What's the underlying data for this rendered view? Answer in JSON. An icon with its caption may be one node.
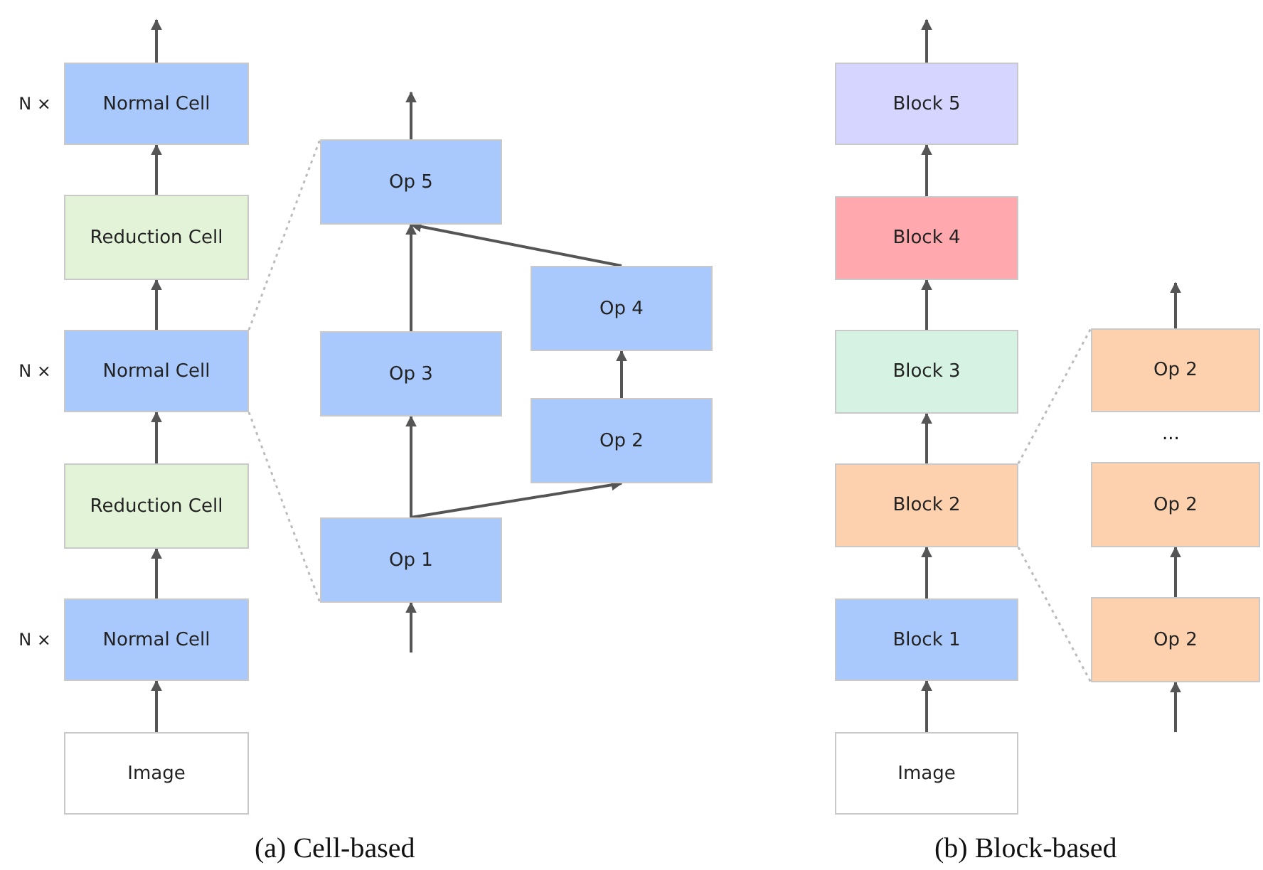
{
  "diagram": {
    "nodes": [
      {
        "text": [
          "Normal Cell"
        ],
        "beside": [
          "N ×"
        ]
      },
      {
        "text": [
          "Reduction Cell"
        ]
      },
      {
        "text": [
          "Normal Cell"
        ],
        "beside": [
          "N ×"
        ]
      },
      {
        "text": [
          "Reduction Cell"
        ]
      },
      {
        "text": [
          "Normal Cell"
        ],
        "beside": [
          "N ×"
        ]
      },
      {
        "text": [
          "Image"
        ]
      },
      {
        "text": [
          "Op 5"
        ]
      },
      {
        "text": [
          "Op 3"
        ]
      },
      {
        "text": [
          "Op 4"
        ]
      },
      {
        "text": [
          "Op 2"
        ]
      },
      {
        "text": [
          "Op 1"
        ]
      },
      {
        "text": [
          "Block 5"
        ]
      },
      {
        "text": [
          "Block 4"
        ]
      },
      {
        "text": [
          "Block 3"
        ]
      },
      {
        "text": [
          "Block 2"
        ]
      },
      {
        "text": [
          "Block 1"
        ]
      },
      {
        "text": [
          "Image"
        ]
      },
      {
        "text": [
          "Op 2"
        ]
      },
      {
        "text": [
          "Op 2"
        ]
      },
      {
        "text": [
          "Op 2"
        ]
      }
    ],
    "edges": [
      {
        "from": 0,
        "to": null,
        "arrow": "to"
      },
      {
        "from": 1,
        "to": 0,
        "arrow": "to"
      },
      {
        "from": 2,
        "to": 1,
        "arrow": "to"
      },
      {
        "from": 3,
        "to": 2,
        "arrow": "to"
      },
      {
        "from": 4,
        "to": 3,
        "arrow": "to"
      },
      {
        "from": 5,
        "to": 4,
        "arrow": "to"
      },
      {
        "from": 2,
        "to": 6,
        "arrow": "none",
        "style": "dashed",
        "color": "#bbbbbb"
      },
      {
        "from": 2,
        "to": 10,
        "arrow": "none",
        "style": "dashed",
        "color": "#bbbbbb"
      },
      {
        "from": 6,
        "to": null,
        "arrow": "to"
      },
      {
        "from": 7,
        "to": 6,
        "arrow": "to"
      },
      {
        "from": 8,
        "to": 6,
        "arrow": "to"
      },
      {
        "from": 9,
        "to": 8,
        "arrow": "to"
      },
      {
        "from": 10,
        "to": 7,
        "arrow": "to"
      },
      {
        "from": 10,
        "to": 9,
        "arrow": "to"
      },
      {
        "from": null,
        "to": 10,
        "arrow": "to"
      },
      {
        "from": 16,
        "to": 15,
        "arrow": "to"
      },
      {
        "from": 15,
        "to": 14,
        "arrow": "to"
      },
      {
        "from": 14,
        "to": 13,
        "arrow": "to"
      },
      {
        "from": 13,
        "to": 12,
        "arrow": "to"
      },
      {
        "from": 12,
        "to": 11,
        "arrow": "to"
      },
      {
        "from": 11,
        "to": null,
        "arrow": "to"
      },
      {
        "from": 14,
        "to": 17,
        "arrow": "none",
        "style": "dashed",
        "color": "#bbbbbb"
      },
      {
        "from": 14,
        "to": 19,
        "arrow": "none",
        "style": "dashed",
        "color": "#bbbbbb"
      },
      {
        "from": 17,
        "to": null,
        "arrow": "to"
      },
      {
        "from": 19,
        "to": 18,
        "arrow": "to"
      },
      {
        "from": null,
        "to": 19,
        "arrow": "to"
      }
    ],
    "labels": [
      "...",
      "(a) Cell-based",
      "(b) Block-based"
    ]
  }
}
